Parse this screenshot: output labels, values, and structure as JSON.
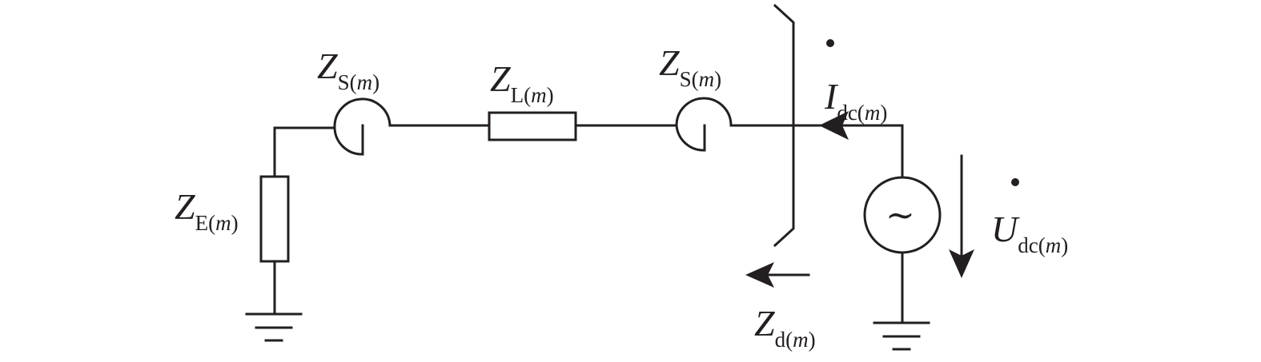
{
  "diagram": {
    "labels": {
      "zs_left": {
        "main": "Z",
        "sub_pre": "S(",
        "sub_var": "m",
        "sub_post": ")"
      },
      "zl": {
        "main": "Z",
        "sub_pre": "L(",
        "sub_var": "m",
        "sub_post": ")"
      },
      "zs_right": {
        "main": "Z",
        "sub_pre": "S(",
        "sub_var": "m",
        "sub_post": ")"
      },
      "ze": {
        "main": "Z",
        "sub_pre": "E(",
        "sub_var": "m",
        "sub_post": ")"
      },
      "idc": {
        "main": "I",
        "sub_pre": "dc(",
        "sub_var": "m",
        "sub_post": ")"
      },
      "udc": {
        "main": "U",
        "sub_pre": "dc(",
        "sub_var": "m",
        "sub_post": ")"
      },
      "zd": {
        "main": "Z",
        "sub_pre": "d(",
        "sub_var": "m",
        "sub_post": ")"
      }
    },
    "source_symbol": "~",
    "stroke_color": "#231f20"
  }
}
